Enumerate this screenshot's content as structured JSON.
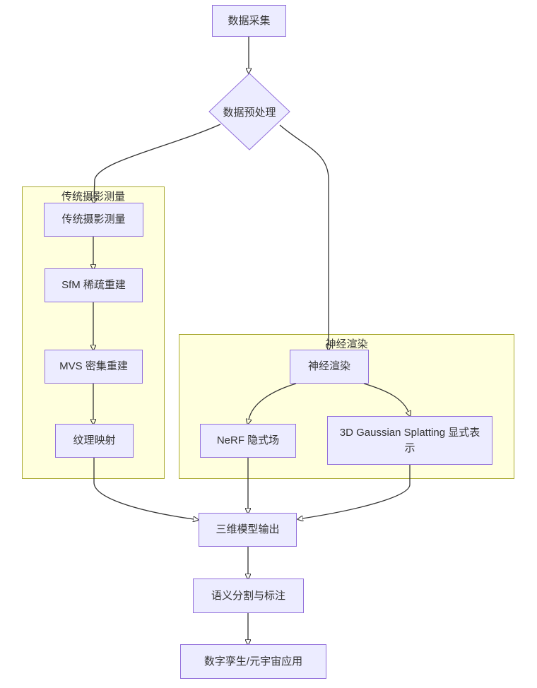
{
  "diagram": {
    "type": "flowchart",
    "direction": "top-down",
    "nodes": {
      "data_collection": "数据采集",
      "preprocessing": "数据预处理",
      "trad_photogrammetry": "传统摄影测量",
      "sfm": "SfM 稀疏重建",
      "mvs": "MVS 密集重建",
      "texture_mapping": "纹理映射",
      "neural_rendering": "神经渲染",
      "nerf": "NeRF 隐式场",
      "gaussian_splatting": "3D Gaussian Splatting 显式表示",
      "model_output": "三维模型输出",
      "semantic_segmentation": "语义分割与标注",
      "digital_twin": "数字孪生/元宇宙应用"
    },
    "clusters": {
      "traditional": {
        "title": "传统摄影测量"
      },
      "neural": {
        "title": "神经渲染"
      }
    },
    "edges": [
      [
        "data_collection",
        "preprocessing"
      ],
      [
        "preprocessing",
        "trad_photogrammetry"
      ],
      [
        "preprocessing",
        "neural_rendering"
      ],
      [
        "trad_photogrammetry",
        "sfm"
      ],
      [
        "sfm",
        "mvs"
      ],
      [
        "mvs",
        "texture_mapping"
      ],
      [
        "neural_rendering",
        "nerf"
      ],
      [
        "neural_rendering",
        "gaussian_splatting"
      ],
      [
        "texture_mapping",
        "model_output"
      ],
      [
        "nerf",
        "model_output"
      ],
      [
        "gaussian_splatting",
        "model_output"
      ],
      [
        "model_output",
        "semantic_segmentation"
      ],
      [
        "semantic_segmentation",
        "digital_twin"
      ]
    ],
    "colors": {
      "node_fill": "#ECECFF",
      "node_border": "#9370DB",
      "cluster_fill": "#FFFFDE",
      "cluster_border": "#AAAA33",
      "edge": "#333333",
      "text": "#333333",
      "background": "#FFFFFF"
    }
  }
}
